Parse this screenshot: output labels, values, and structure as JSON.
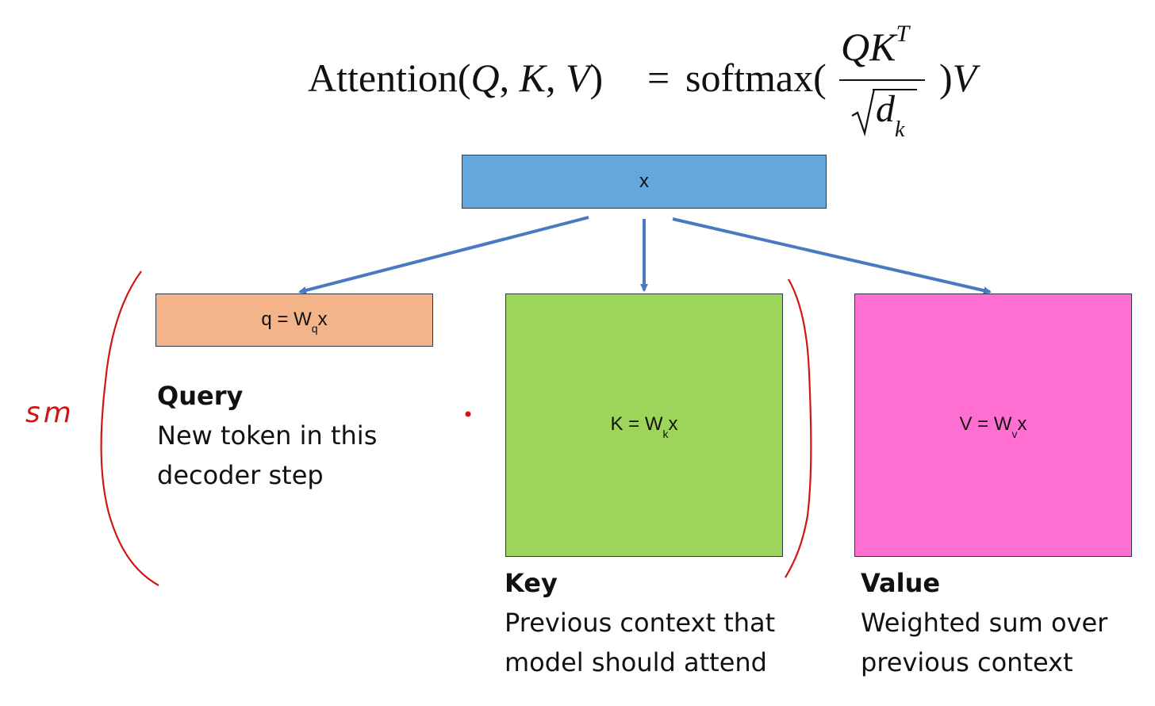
{
  "formula": {
    "lhs": "Attention(",
    "q": "Q",
    "k": "K",
    "v": "V",
    "lhs_close": ")",
    "equals": "=",
    "softmax": "softmax(",
    "numerator": "QK",
    "numerator_sup": "T",
    "denominator": "d",
    "denominator_sub": "k",
    "rhs_close": ")",
    "rhs_v": "V"
  },
  "boxes": {
    "x": {
      "label": "x",
      "color": "#64a7dc"
    },
    "query": {
      "label": "q = W",
      "sub": "q",
      "suffix": "x",
      "color": "#f4b48a"
    },
    "key": {
      "label": "K = W",
      "sub": "k",
      "suffix": "x",
      "color": "#9dd55b"
    },
    "value": {
      "label": "V = W",
      "sub": "v",
      "suffix": "x",
      "color": "#ff6fd1"
    }
  },
  "captions": {
    "query": {
      "title": "Query",
      "line1": "New token in this",
      "line2": "decoder step"
    },
    "key": {
      "title": "Key",
      "line1": "Previous context that",
      "line2": "model should attend"
    },
    "value": {
      "title": "Value",
      "line1": "Weighted sum over",
      "line2": "previous context"
    }
  },
  "annotation": {
    "text": "sm",
    "color": "#d21414"
  },
  "arrow_color": "#4a78c2"
}
